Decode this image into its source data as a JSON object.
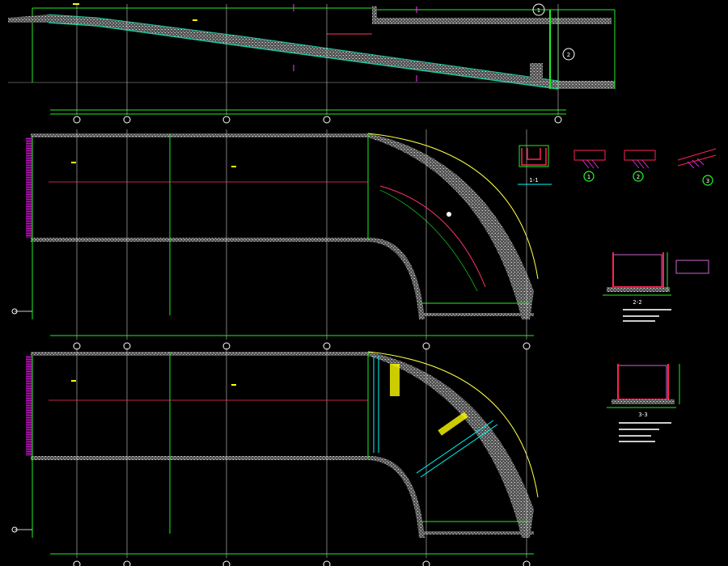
{
  "colors": {
    "background": "#000000",
    "grid": "#ffffff",
    "dimension": "#22ee22",
    "concrete": "#9a9a9a",
    "edge": "#19c8a0",
    "rebar": "#ff2255",
    "accent": "#ff33ff",
    "curve": "#ffff44"
  },
  "details": {
    "sections": [
      "1-1",
      "2-2",
      "3-3"
    ],
    "node_marks": [
      "1",
      "2",
      "3"
    ]
  },
  "profile": {
    "node_marks": [
      "1",
      "2"
    ]
  }
}
